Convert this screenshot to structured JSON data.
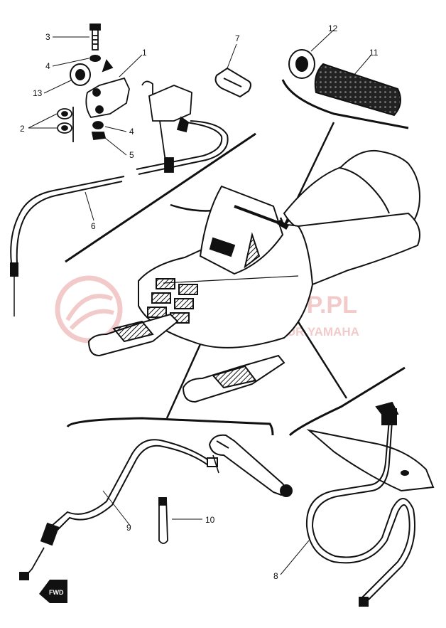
{
  "diagram": {
    "labels": {
      "p1": "1",
      "p2": "2",
      "p3": "3",
      "p4a": "4",
      "p4b": "4",
      "p5": "5",
      "p6": "6",
      "p7": "7",
      "p8": "8",
      "p9": "9",
      "p10": "10",
      "p11": "11",
      "p12": "12",
      "p13": "13",
      "fwd": "FWD"
    }
  },
  "watermark": {
    "brand": "SKI-SHOP.PL",
    "tagline": "DYSTRYBUTOR YAMAHA",
    "color": "#e8a0a0"
  },
  "colors": {
    "ink": "#111111",
    "paper": "#ffffff"
  }
}
